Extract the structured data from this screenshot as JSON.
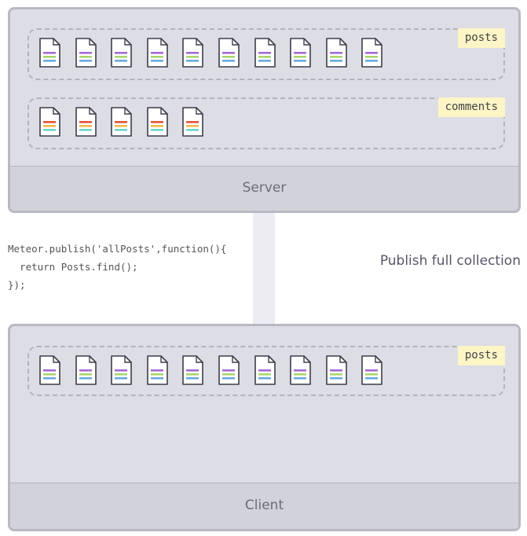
{
  "server": {
    "footer_label": "Server",
    "collections": [
      {
        "label": "posts",
        "doc_count": 10,
        "line_colors": [
          "#a46bd4",
          "#a9d46b",
          "#6ba9e0"
        ]
      },
      {
        "label": "comments",
        "doc_count": 5,
        "line_colors": [
          "#e5503a",
          "#f2b84a",
          "#6bd4c9"
        ]
      }
    ]
  },
  "client": {
    "footer_label": "Client",
    "collections": [
      {
        "label": "posts",
        "doc_count": 10,
        "line_colors": [
          "#a46bd4",
          "#a9d46b",
          "#6ba9e0"
        ]
      }
    ]
  },
  "code": {
    "lines": [
      "Meteor.publish('allPosts',function(){",
      "  return Posts.find();",
      "});"
    ]
  },
  "caption": "Publish full collection",
  "colors": {
    "box_fill": "#dddde6",
    "box_border": "#b9b9c4",
    "footer_fill": "#d2d2db",
    "label_fill": "#fdf5c6",
    "arrow_fill": "#cbcbd8"
  }
}
